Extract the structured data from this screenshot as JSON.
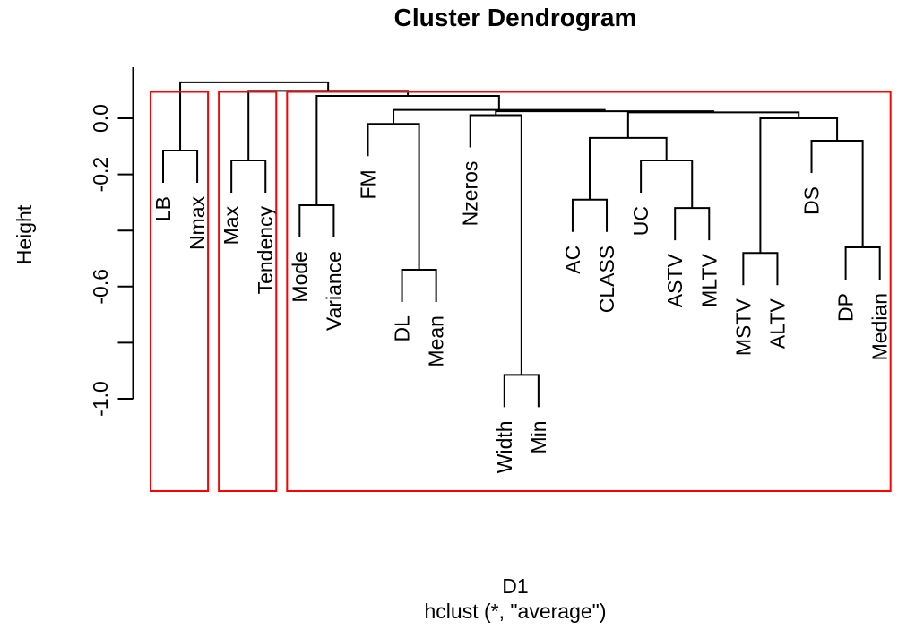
{
  "title": "Cluster Dendrogram",
  "axis": {
    "ylabel": "Height",
    "xlabel_line1": "D1",
    "xlabel_line2": "hclust (*, \"average\")",
    "y_ticks": [
      {
        "value": 0.0,
        "label": "0.0"
      },
      {
        "value": -0.2,
        "label": "-0.2"
      },
      {
        "value": -0.4,
        "label": ""
      },
      {
        "value": -0.6,
        "label": "-0.6"
      },
      {
        "value": -0.8,
        "label": ""
      },
      {
        "value": -1.0,
        "label": "-1.0"
      }
    ]
  },
  "colors": {
    "line": "#000000",
    "text": "#000000",
    "cluster_box": "#ff0000",
    "background": "#ffffff"
  },
  "chart_data": {
    "type": "dendrogram",
    "title": "Cluster Dendrogram",
    "ylabel": "Height",
    "xlabel": "D1",
    "method_caption": "hclust (*, \"average\")",
    "ylim": [
      -1.0,
      0.13
    ],
    "hang": 0.1,
    "legend_position": "none",
    "grid": false,
    "leaves": [
      "LB",
      "Nmax",
      "Max",
      "Tendency",
      "Mode",
      "Variance",
      "FM",
      "DL",
      "Mean",
      "Nzeros",
      "Width",
      "Min",
      "AC",
      "CLASS",
      "UC",
      "ASTV",
      "MLTV",
      "MSTV",
      "ALTV",
      "DS",
      "DP",
      "Median"
    ],
    "merges": [
      [
        -11,
        -12,
        -0.915
      ],
      [
        -10,
        1,
        0.011
      ],
      [
        -8,
        -9,
        -0.54
      ],
      [
        -7,
        3,
        -0.02
      ],
      [
        -5,
        -6,
        -0.31
      ],
      [
        -13,
        -14,
        -0.29
      ],
      [
        -16,
        -17,
        -0.32
      ],
      [
        -15,
        7,
        -0.15
      ],
      [
        6,
        8,
        -0.07
      ],
      [
        -18,
        -19,
        -0.48
      ],
      [
        -21,
        -22,
        -0.46
      ],
      [
        -20,
        11,
        -0.08
      ],
      [
        10,
        12,
        0.0
      ],
      [
        9,
        13,
        0.021
      ],
      [
        2,
        14,
        0.025
      ],
      [
        4,
        15,
        0.03
      ],
      [
        5,
        16,
        0.08
      ],
      [
        -3,
        -4,
        -0.15
      ],
      [
        18,
        17,
        0.098
      ],
      [
        -1,
        -2,
        -0.115
      ],
      [
        20,
        19,
        0.128
      ]
    ],
    "cluster_boxes": [
      {
        "members": [
          "LB",
          "Nmax"
        ]
      },
      {
        "members": [
          "Max",
          "Tendency"
        ]
      },
      {
        "members": [
          "Mode",
          "Variance",
          "FM",
          "DL",
          "Mean",
          "Nzeros",
          "Width",
          "Min",
          "AC",
          "CLASS",
          "UC",
          "ASTV",
          "MLTV",
          "MSTV",
          "ALTV",
          "DS",
          "DP",
          "Median"
        ]
      }
    ]
  }
}
